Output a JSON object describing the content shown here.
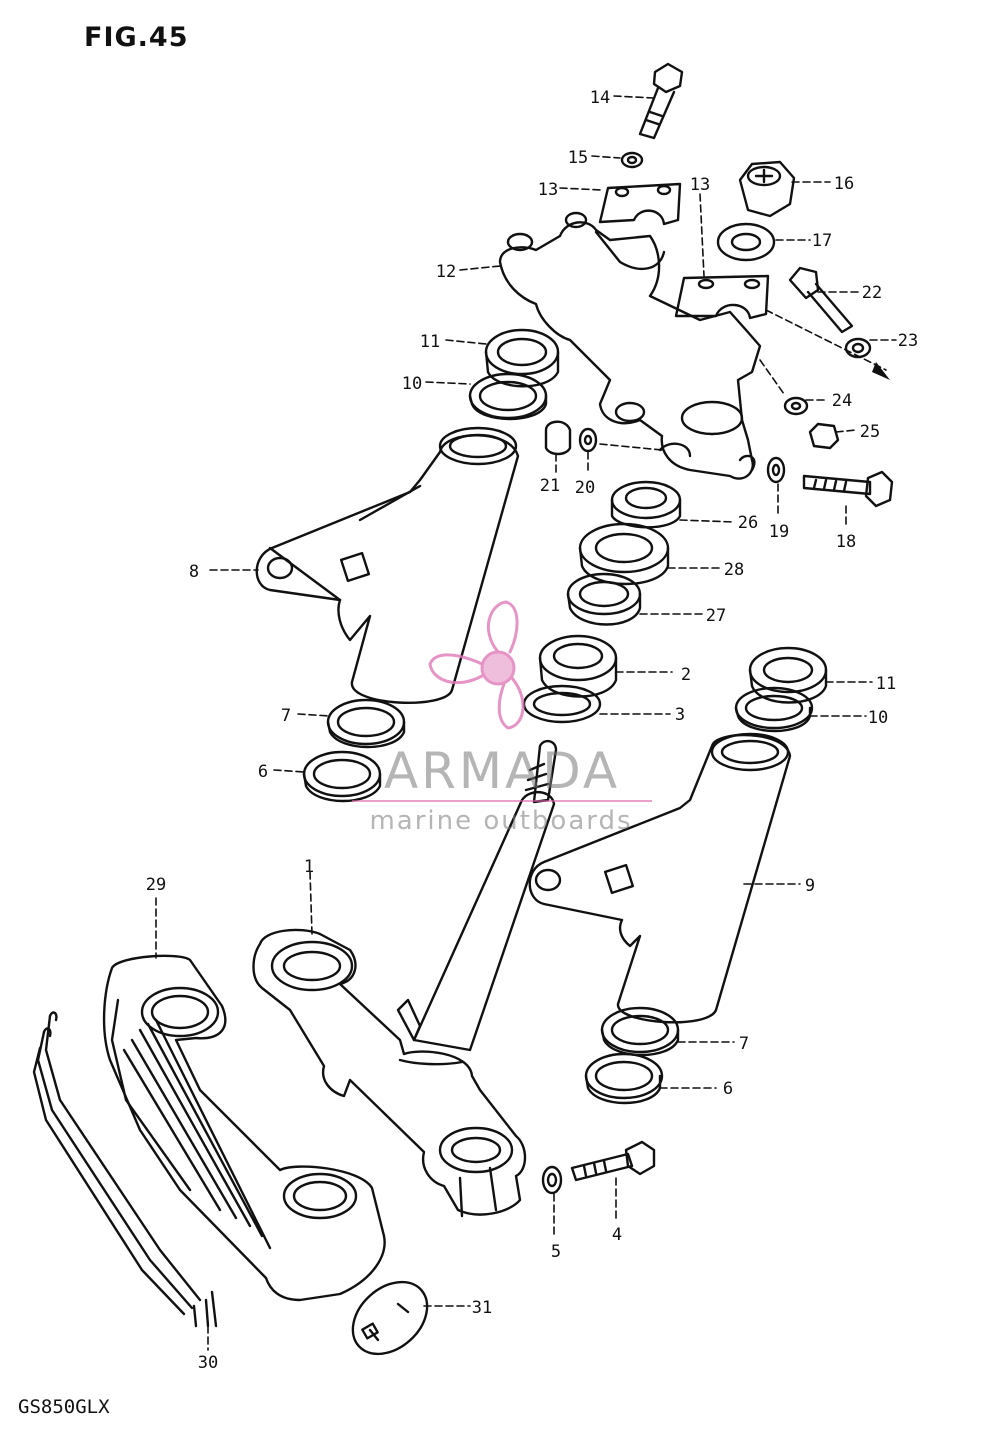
{
  "figure": {
    "title": "FIG.45",
    "model": "GS850GLX"
  },
  "watermark": {
    "name": "ARMADA",
    "tagline": "marine outboards",
    "accent": "#e07ab8"
  },
  "callouts": [
    "1",
    "2",
    "3",
    "4",
    "5",
    "6",
    "6",
    "7",
    "7",
    "8",
    "9",
    "10",
    "10",
    "11",
    "11",
    "12",
    "13",
    "13",
    "14",
    "15",
    "16",
    "17",
    "18",
    "19",
    "20",
    "21",
    "22",
    "23",
    "24",
    "25",
    "26",
    "27",
    "28",
    "29",
    "30",
    "31"
  ]
}
